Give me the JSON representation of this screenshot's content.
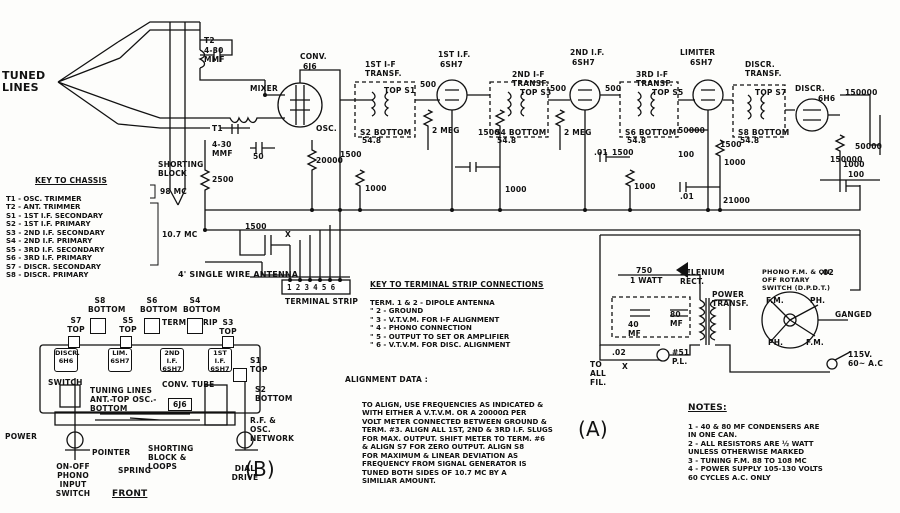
{
  "labels": {
    "tuned_lines": "TUNED LINES",
    "conv": "CONV.",
    "conv_tube": "6J6",
    "mixer": "MIXER",
    "osc": "OSC.",
    "if1": "1ST I.F.",
    "if1_tube": "6SH7",
    "if2": "2ND I.F.",
    "if2_tube": "6SH7",
    "limiter": "LIMITER",
    "limiter_tube": "6SH7",
    "discr": "DISCR.",
    "discr_tube": "6H6",
    "discr_transf": "DISCR. TRANSF.",
    "if_transf1": "1ST I-F TRANSF.",
    "if_transf2": "2ND I-F TRANSF.",
    "if_transf3": "3RD I-F TRANSF.",
    "top_s1": "TOP S1",
    "top_s3": "TOP S3",
    "top_s5": "TOP S5",
    "top_s7": "TOP S7",
    "s2_bottom": "S2 BOTTOM",
    "s4_bottom": "S4 BOTTOM",
    "s6_bottom": "S6 BOTTOM",
    "s8_bottom": "S8 BOTTOM",
    "t2": "T2",
    "t2_val": "4-30 MMF",
    "t1": "T1",
    "t1_val": "4-30 MMF",
    "shorting_block": "SHORTING BLOCK",
    "antenna": "4' SINGLE WIRE ANTENNA",
    "terminal_strip": "TERMINAL STRIP",
    "terminal_nums": [
      "1",
      "2",
      "3",
      "4",
      "5",
      "6"
    ],
    "selenium": "SELENIUM RECT.",
    "power_transf": "POWER TRANSF.",
    "r750": "750",
    "r750_w": "1 WATT",
    "c40": "40 MF",
    "c80": "80 MF",
    "pl": "#51 P.L.",
    "to_all_fil": "TO ALL FIL.",
    "phono_switch": "PHONO F.M. & ON-OFF ROTARY SWITCH (D.P.D.T.)",
    "fm1": "F.M.",
    "ph1": "PH.",
    "fm2": "F.M.",
    "ph2": "PH.",
    "ganged": "GANGED",
    "ac": "115V. 60~ A.C",
    "c02a": ".02",
    "c02b": ".02",
    "x1": "X",
    "x2": "X",
    "label_a": "(A)",
    "label_b": "(B)",
    "front": "FRONT"
  },
  "values": {
    "r20000": "20000",
    "r2500": "2500",
    "r1000a": "1000",
    "r1000b": "1000",
    "r1000c": "1000",
    "r1000d": "1000",
    "r1000e": "1000",
    "r21000": "21000",
    "r2meg1": "2 MEG",
    "r2meg2": "2 MEG",
    "r50000a": "50000",
    "r150000a": "150000",
    "r150000b": "150000",
    "r50000b": "50000",
    "c50": "50",
    "c500a": "500",
    "c500b": "500",
    "c500c": "500",
    "c1500a": "1500",
    "c1500b": "1500",
    "c1500c": "1500",
    "c1500d": "1500",
    "c1500e": "1500",
    "c01a": ".01",
    "c01b": ".01",
    "c100a": "100",
    "c100b": "100",
    "c548a": "54.8",
    "c548b": "54.8",
    "c548c": "54.8",
    "c548d": "54.8"
  },
  "key_chassis": {
    "title": "KEY TO CHASSIS",
    "rows": [
      "T1 - OSC. TRIMMER",
      "T2 - ANT. TRIMMER",
      "S1 - 1ST I.F. SECONDARY",
      "S2 - 1ST I.F. PRIMARY",
      "S3 - 2ND I.F. SECONDARY",
      "S4 - 2ND I.F. PRIMARY",
      "S5 - 3RD I.F. SECONDARY",
      "S6 - 3RD I.F. PRIMARY",
      "S7 - DISCR. SECONDARY",
      "S8 - DISCR. PRIMARY"
    ],
    "group1": "98 MC",
    "group2": "10.7 MC"
  },
  "key_terminal": {
    "title": "KEY TO TERMINAL STRIP CONNECTIONS",
    "rows": [
      "TERM. 1 & 2 - DIPOLE ANTENNA",
      "\" 2 - GROUND",
      "\" 3 - V.T.V.M. FOR I-F ALIGNMENT",
      "\" 4 - PHONO CONNECTION",
      "\" 5 - OUTPUT TO SET OR AMPLIFIER",
      "\" 6 - V.T.V.M. FOR DISC. ALIGNMENT"
    ]
  },
  "alignment": {
    "title": "ALIGNMENT DATA :",
    "lines": [
      "TO ALIGN, USE FREQUENCIES AS INDICATED &",
      "WITH EITHER A V.T.V.M. OR A 20000Ω PER",
      "VOLT METER CONNECTED BETWEEN GROUND &",
      "TERM. #3. ALIGN ALL 1ST, 2ND & 3RD I.F. SLUGS",
      "FOR MAX. OUTPUT. SHIFT METER TO TERM. #6",
      "& ALIGN S7 FOR ZERO OUTPUT. ALIGN S8",
      "FOR MAXIMUM & LINEAR DEVIATION AS",
      "FREQUENCY FROM SIGNAL GENERATOR IS",
      "TUNED BOTH SIDES OF 10.7 MC BY A",
      "SIMILIAR AMOUNT."
    ]
  },
  "notes": {
    "title": "NOTES:",
    "lines": [
      "1 - 40 & 80 MF CONDENSERS ARE",
      "IN ONE CAN.",
      "2 - ALL RESISTORS ARE ½ WATT",
      "UNLESS OTHERWISE MARKED",
      "3 - TUNING F.M. 88 TO 108 MC",
      "4 - POWER SUPPLY 105-130 VOLTS",
      "60 CYCLES A.C. ONLY"
    ]
  },
  "chassis": {
    "s8": "S8 BOTTOM",
    "s6": "S6 BOTTOM",
    "s4": "S4 BOTTOM",
    "s7": "S7 TOP",
    "s5": "S5 TOP",
    "s3": "S3 TOP",
    "term_strip": "TERM. STRIP",
    "s1": "S1 TOP",
    "s2": "S2 BOTTOM",
    "t_discr": "DISCR. 6H6",
    "t_lim": "LIM. 6SH7",
    "t_if2": "2ND I.F. 6SH7",
    "t_if1": "1ST I.F. 6SH7",
    "switch": "SWITCH",
    "tuning_lines": "TUNING LINES ANT.-TOP OSC.-BOTTOM",
    "conv_tube": "CONV. TUBE",
    "conv_6j6": "6J6",
    "rf_osc": "R.F. & OSC. NETWORK",
    "power": "POWER",
    "pointer": "POINTER",
    "shorting": "SHORTING BLOCK & LOOPS",
    "spring": "SPRING",
    "onoff": "ON-OFF PHONO INPUT SWITCH",
    "dial": "DIAL DRIVE"
  }
}
